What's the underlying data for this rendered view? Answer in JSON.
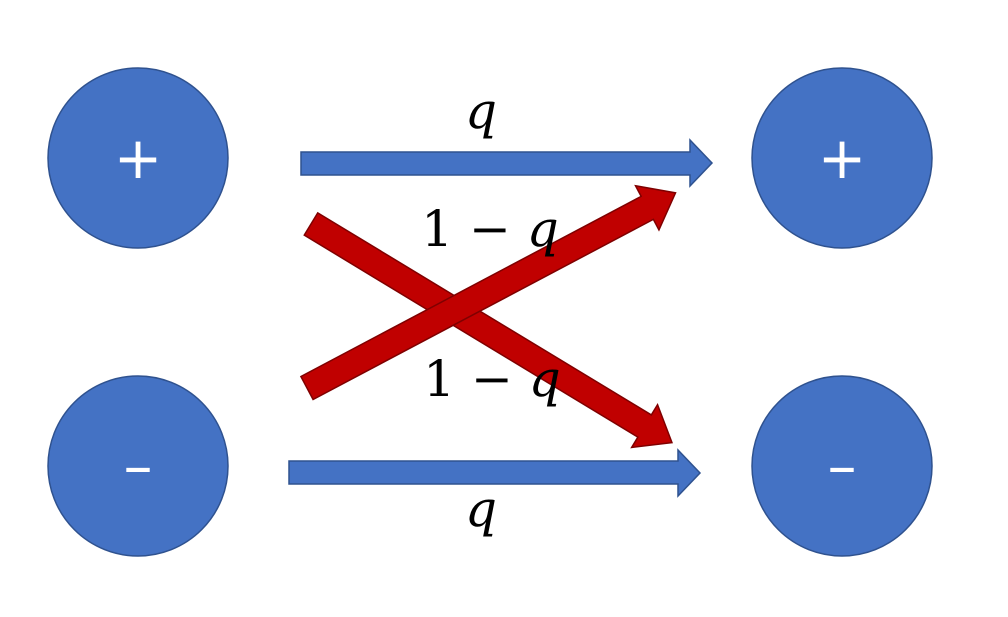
{
  "colors": {
    "node_fill": "#4472c4",
    "straight_arrow": "#4472c4",
    "cross_arrow": "#c00000"
  },
  "nodes": {
    "left_top": "+",
    "left_bottom": "–",
    "right_top": "+",
    "right_bottom": "–"
  },
  "labels": {
    "top": {
      "var": "q"
    },
    "cross_upper": {
      "num": "1",
      "minus": " − ",
      "var": "q"
    },
    "cross_lower": {
      "num": "1",
      "minus": " − ",
      "var": "q"
    },
    "bottom": {
      "var": "q"
    }
  }
}
